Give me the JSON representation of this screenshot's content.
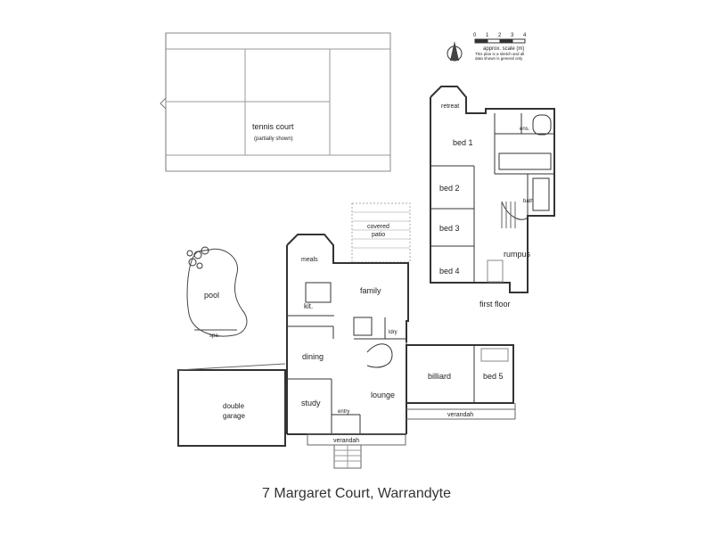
{
  "plan": {
    "caption": "7 Margaret Court, Warrandyte",
    "scale": {
      "label": "approx. scale (m)",
      "ticks": [
        "0",
        "1",
        "2",
        "3",
        "4"
      ],
      "disclaimer_1": "This plan is a sketch and all",
      "disclaimer_2": "data shown is general only"
    },
    "ground": {
      "tennis_court": "tennis court",
      "tennis_note": "(partially shown)",
      "covered_patio_1": "covered",
      "covered_patio_2": "patio",
      "pool": "pool",
      "spa": "spa",
      "meals": "meals",
      "family": "family",
      "kitchen": "kit.",
      "dining": "dining",
      "lounge": "lounge",
      "study": "study",
      "entry": "entry",
      "verandah_front": "verandah",
      "verandah_side": "verandah",
      "double_garage_1": "double",
      "double_garage_2": "garage",
      "billiard": "billiard",
      "bed5": "bed 5",
      "lndry": "ldry"
    },
    "first_floor": {
      "title": "first floor",
      "retreat": "retreat",
      "ens": "ens.",
      "bed1": "bed 1",
      "bed2": "bed 2",
      "bed3": "bed 3",
      "bed4": "bed 4",
      "bath": "bath",
      "rumpus": "rumpus"
    }
  }
}
